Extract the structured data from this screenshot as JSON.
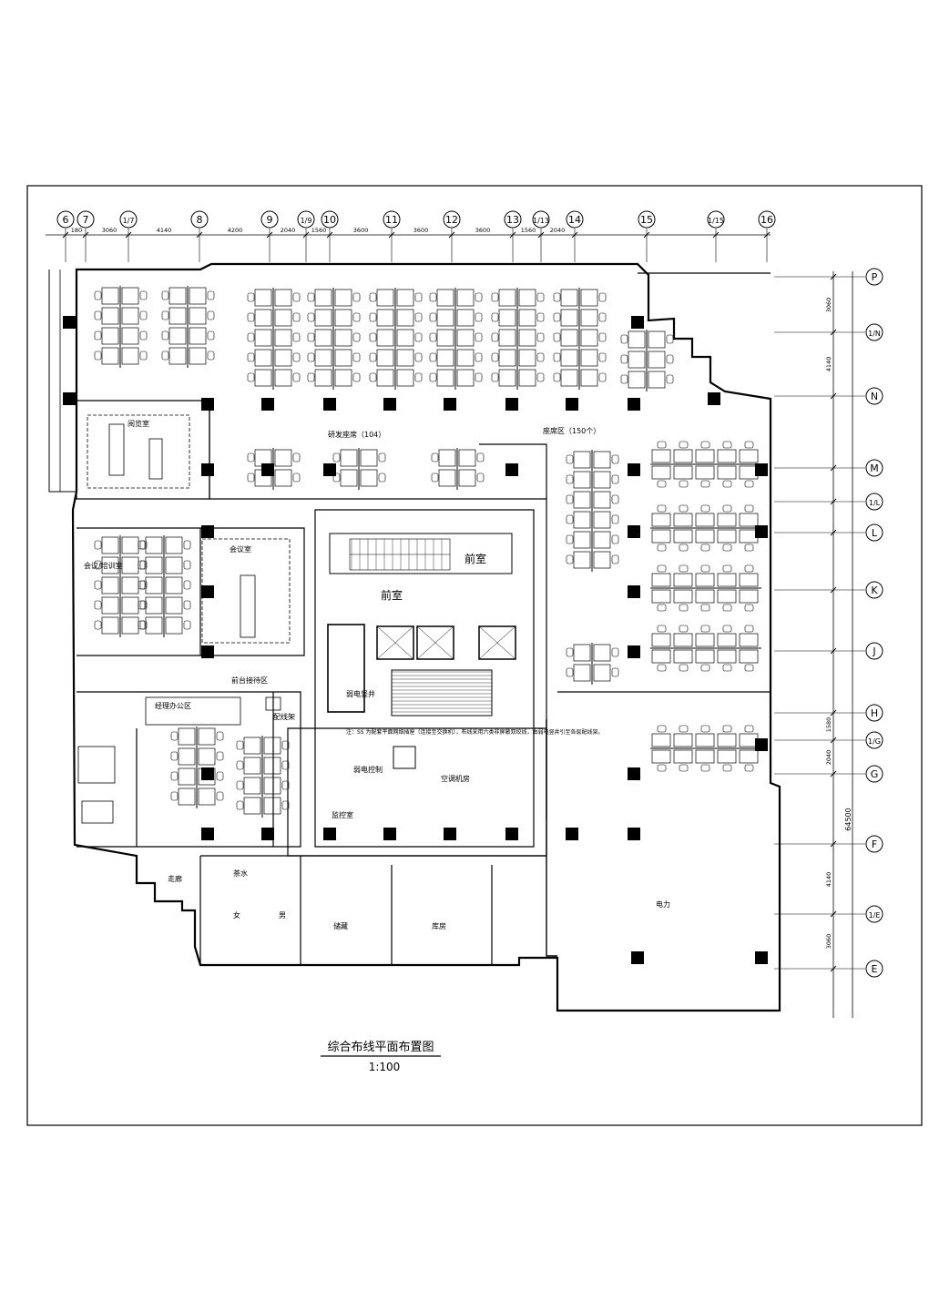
{
  "drawing": {
    "title": "综合布线平面布置图",
    "scale": "1:100"
  },
  "axes_top": [
    {
      "label": "6",
      "frac": false
    },
    {
      "label": "7",
      "frac": false
    },
    {
      "label": "1/7",
      "frac": true
    },
    {
      "label": "8",
      "frac": false
    },
    {
      "label": "9",
      "frac": false
    },
    {
      "label": "1/9",
      "frac": true
    },
    {
      "label": "10",
      "frac": false
    },
    {
      "label": "11",
      "frac": false
    },
    {
      "label": "12",
      "frac": false
    },
    {
      "label": "13",
      "frac": false
    },
    {
      "label": "1/13",
      "frac": true
    },
    {
      "label": "14",
      "frac": false
    },
    {
      "label": "15",
      "frac": false
    },
    {
      "label": "1/15",
      "frac": true
    },
    {
      "label": "16",
      "frac": false
    }
  ],
  "axes_right": [
    {
      "label": "P",
      "frac": false
    },
    {
      "label": "1/N",
      "frac": true
    },
    {
      "label": "N",
      "frac": false
    },
    {
      "label": "M",
      "frac": false
    },
    {
      "label": "1/L",
      "frac": true
    },
    {
      "label": "L",
      "frac": false
    },
    {
      "label": "K",
      "frac": false
    },
    {
      "label": "J",
      "frac": false
    },
    {
      "label": "H",
      "frac": false
    },
    {
      "label": "1/G",
      "frac": true
    },
    {
      "label": "G",
      "frac": false
    },
    {
      "label": "F",
      "frac": false
    },
    {
      "label": "1/E",
      "frac": true
    },
    {
      "label": "E",
      "frac": false
    }
  ],
  "dims_top": [
    "180",
    "3060",
    "4140",
    "4200",
    "2040",
    "1560",
    "3600",
    "3600",
    "3600",
    "1560",
    "2040"
  ],
  "dims_right": [
    "3060",
    "4140",
    "1580",
    "2040",
    "4140",
    "3060"
  ],
  "dim_total_right": "64500",
  "rooms": {
    "open_office_104": "研发座席（104）",
    "open_office_150": "座席区（150个）",
    "reading_room": "阅览室",
    "meeting_room": "会议室",
    "conference_room": "会议/培训室",
    "front_room_1": "前室",
    "front_room_2": "前室",
    "reception": "前台接待区",
    "manager_office": "经理办公区",
    "monitoring": "监控室",
    "control": "弱电控制",
    "ac_room": "空调机房",
    "tea_room": "茶水",
    "washroom_f": "女",
    "washroom_m": "男",
    "corridor": "走廊",
    "store_1": "储藏",
    "store_2": "库房",
    "power": "电力",
    "switch_room": "配线架",
    "weak_well": "弱电竖井"
  },
  "note": "注：SS 为配套平面网络插座（连接至交换机），布线采用六类非屏蔽双绞线，由弱电竖井引至各层配线架。"
}
